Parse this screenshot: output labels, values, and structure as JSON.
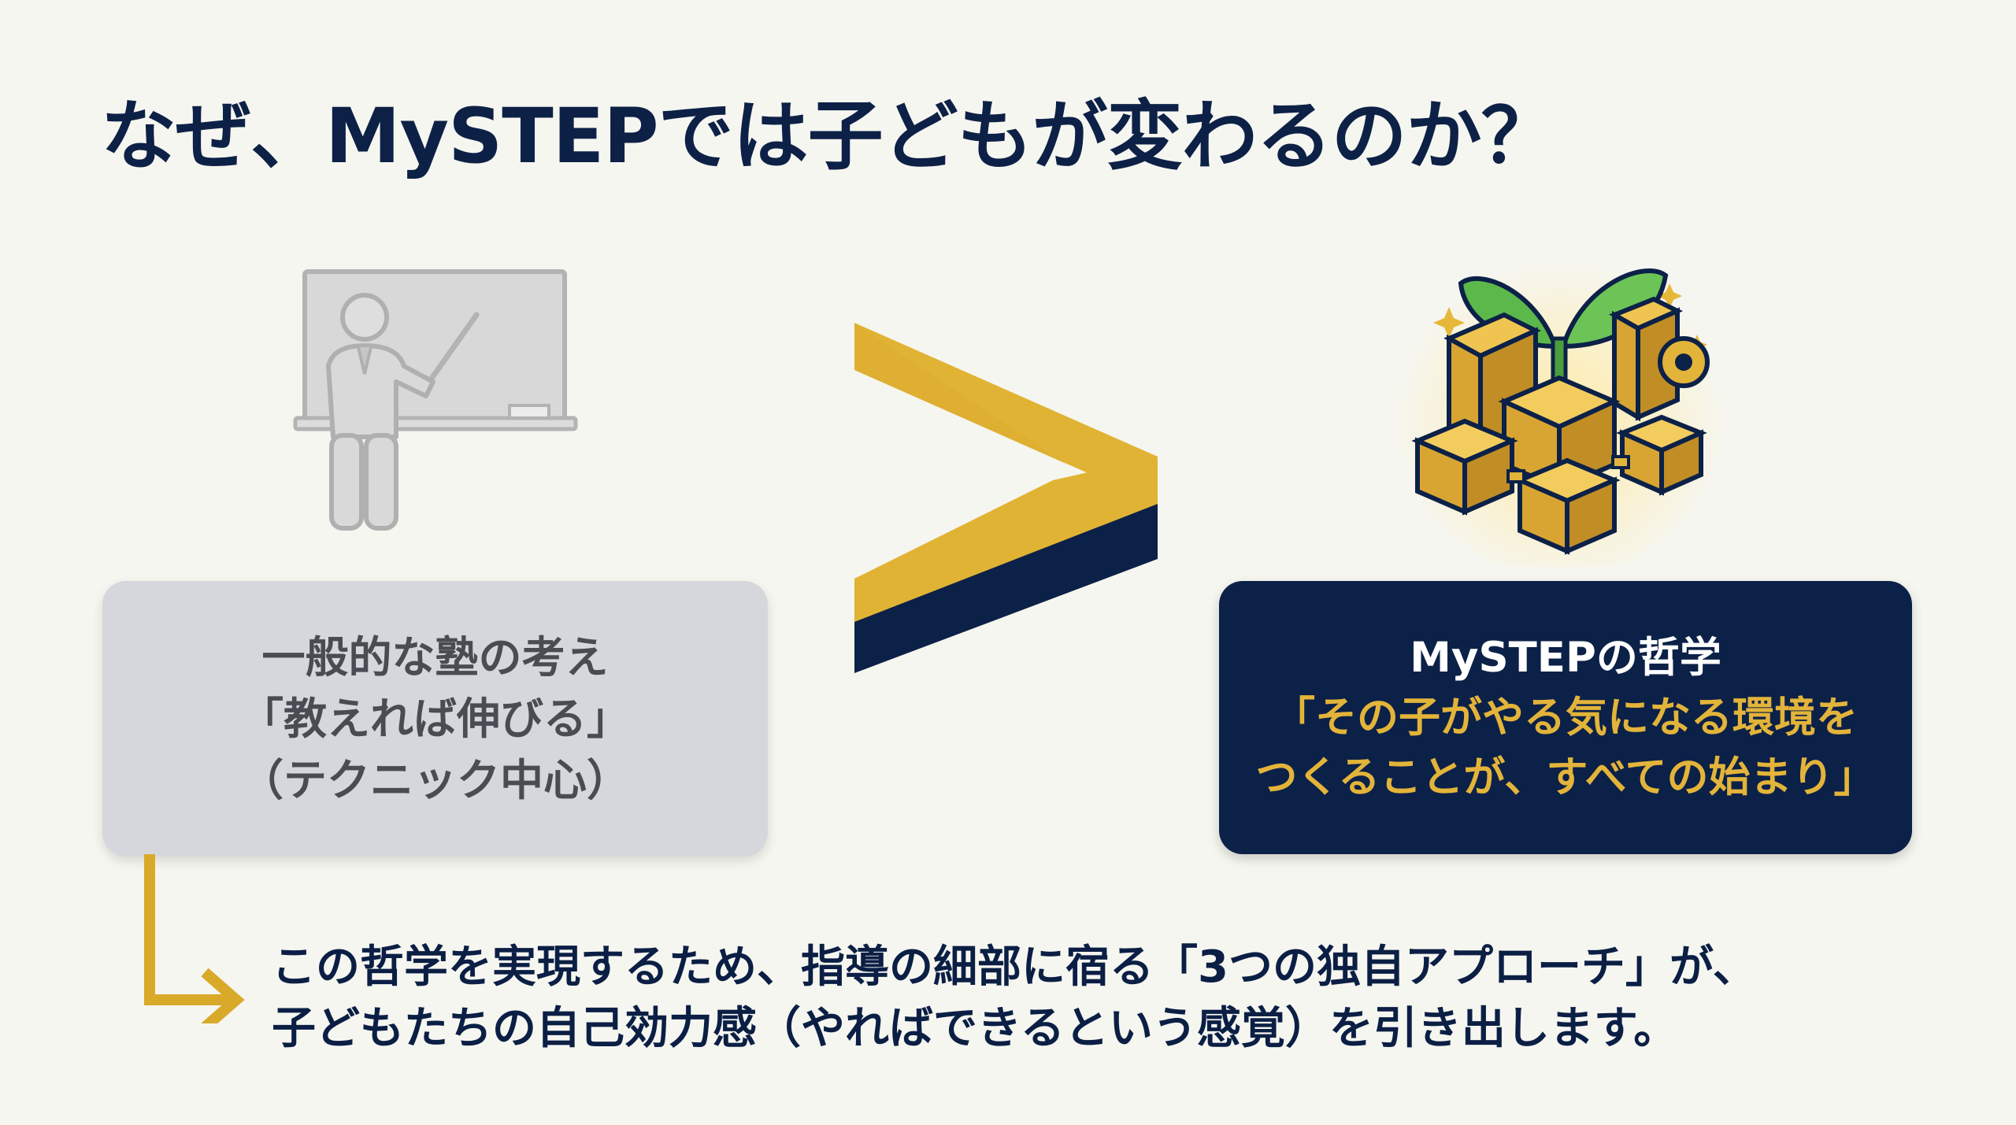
{
  "title": "なぜ、MySTEPでは子どもが変わるのか？",
  "general": {
    "line1": "一般的な塾の考え",
    "line2": "「教えれば伸びる」",
    "line3": "（テクニック中心）"
  },
  "mystep": {
    "heading": "MySTEPの哲学",
    "quote_line1": "「その子がやる気になる環境を",
    "quote_line2": "つくることが、すべての始まり」"
  },
  "conclusion": {
    "line1": "この哲学を実現するため、指導の細部に宿る「3つの独自アプローチ」が、",
    "line2": "子どもたちの自己効力感（やればできるという感覚）を引き出します。"
  },
  "icons": {
    "left": "teacher-at-whiteboard-icon",
    "middle": "greater-than-chevron-icon",
    "right": "sprout-on-blocks-icon",
    "connector": "down-right-arrow-icon"
  },
  "colors": {
    "navy": "#0c2148",
    "gold": "#e3b43a",
    "gray_box": "#d6d7dc",
    "background": "#f6f6f0"
  }
}
